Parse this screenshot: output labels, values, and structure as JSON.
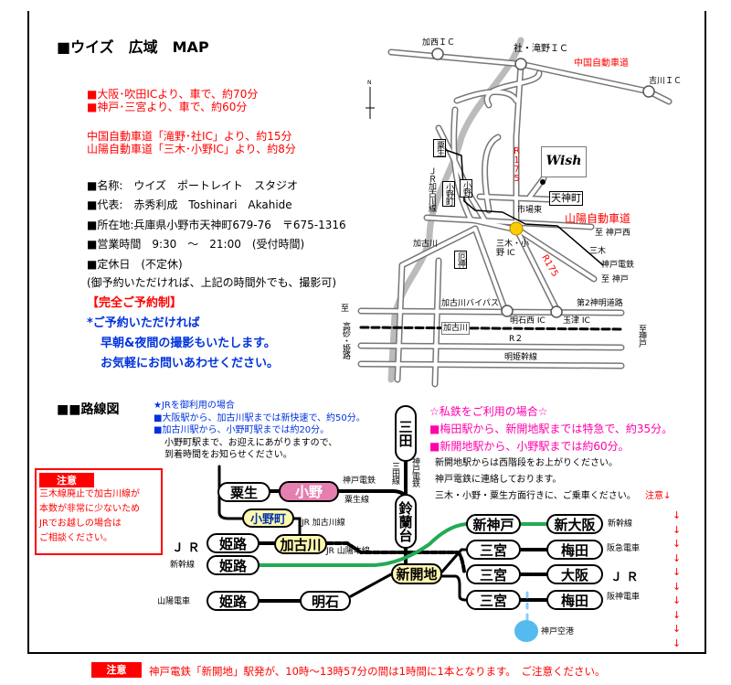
{
  "title": "■ウイズ　広域　MAP",
  "access_car": [
    "■大阪･吹田ICより、車で、約70分",
    "■神戸･三宮より、車で、約60分"
  ],
  "access_ic": [
    "中国自動車道「滝野･社IC」より、約15分",
    "山陽自動車道「三木･小野IC」より、約8分"
  ],
  "info": [
    "■名称:　ウイズ　ポートレイト　スタジオ",
    "■代表:　赤秀利成　Toshinari　Akahide",
    "■所在地:兵庫県小野市天神町679-76　〒675-1316",
    "■営業時間　9:30　～　21:00　(受付時間)",
    "■定休日　(不定休)",
    "(御予約いただければ、上記の時間外でも、撮影可)"
  ],
  "reservation": "【完全ご予約制】",
  "reservation_note": [
    "*ご予約いただければ",
    "早朝&夜間の撮影もいたします。",
    "お気軽にお問いあわせください。"
  ],
  "map": {
    "kasai_ic": "加西ＩＣ",
    "yashiro_ic": "社・滝野ＩＣ",
    "chugoku": "中国自動車道",
    "yokawa_ic": "吉川ＩＣ",
    "north": "N",
    "ao": "粟生",
    "jr_kakogawa_line": "ＪＲ加古川線",
    "onomachi": "小野町",
    "ono": "小野",
    "r175_a": "R175",
    "logo": "Wish",
    "tenjin": "天神町",
    "ichiba": "市場東",
    "sanyo": "山陽自動車道",
    "to_kobenishi": "至 神戸西",
    "miki_ono_ic": "三木・小野 IC",
    "kakogawa_river": "加古川",
    "yakujin": "厄神",
    "r175_b": "R175",
    "miki": "三木",
    "kobe_dentetsu": "神戸電鉄",
    "to_kobe": "至 神戸",
    "bypass": "加古川バイパス",
    "daini_shinmei": "第2神明道路",
    "akashinishi_ic": "明石西 IC",
    "tamatsu_ic": "玉津 IC",
    "kakogawa_st": "加古川",
    "r2": "R２",
    "meiki": "明姫幹線",
    "to_kobe_v": "至神戸",
    "to_takasago": "至",
    "takasago": "高砂・姫路"
  },
  "route": {
    "heading": "■■路線図",
    "jr_title": "★JRを御利用の場合",
    "jr_lines": [
      "■大阪駅から、加古川駅までは新快速で、約50分。",
      "■加古川駅から、小野町駅までは約20分。"
    ],
    "jr_notes": [
      "小野町駅まで、お迎えにあがりますので、",
      "到着時間をお知らせください。"
    ],
    "private_title": "☆私鉄をご利用の場合☆",
    "private_lines": [
      "■梅田駅から、新開地駅までは特急で、約35分。",
      "■新開地駅から、小野駅までは約60分。"
    ],
    "private_notes": [
      "新開地駅からは西階段をお上がりください。",
      "神戸電鉄に連絡しております。",
      "三木・小野・粟生方面行きに、ご乗車ください。"
    ],
    "caution_inline": "注意↓",
    "caution_box": {
      "label": "注意",
      "lines": [
        "三木線廃止で加古川線が",
        "本数が非常に少ないため",
        "JRでお越しの場合は",
        "ご相談ください。"
      ]
    },
    "stations": {
      "ao": "粟生",
      "ono": "小野",
      "onomachi": "小野町",
      "kakogawa": "加古川",
      "himeji_jr": "姫路",
      "himeji_shinkansen": "姫路",
      "himeji_sanyo": "姫路",
      "akashi": "明石",
      "sanda": "三田",
      "suzurandai": "鈴蘭台",
      "shinkaichi": "新開地",
      "shinkobe": "新神戸",
      "shinosaka": "新大阪",
      "sannomiya1": "三宮",
      "umeda1": "梅田",
      "sannomiya2": "三宮",
      "osaka": "大阪",
      "sannomiya3": "三宮",
      "umeda2": "梅田",
      "kobe_airport": "神戸空港"
    },
    "labels": {
      "kobe_dentetsu": "神戸電鉄",
      "ao_line": "粟生線",
      "sanda_line": "三田線",
      "kobe_dentetsu_v": "神戸電鉄",
      "jr_kakogawa": "JR 加古川線",
      "jr_sanyo": "JR 山陽本線",
      "jr": "Ｊ Ｒ",
      "shinkansen": "新幹線",
      "sanyo_densha": "山陽電車",
      "shinkansen_r": "新幹線",
      "hankyu": "阪急電車",
      "jr_r": "Ｊ Ｒ",
      "hanshin": "阪神電車"
    }
  },
  "bottom": {
    "label": "注意",
    "text": "神戸電鉄「新開地」駅発が、10時～13時57分の間は1時間に1本となります。　ご注意ください。"
  },
  "colors": {
    "red": "#ff0000",
    "blue": "#0033dd",
    "magenta": "#ff00aa",
    "shinkansen": "#22aa55",
    "yellow": "#ffcc00"
  }
}
